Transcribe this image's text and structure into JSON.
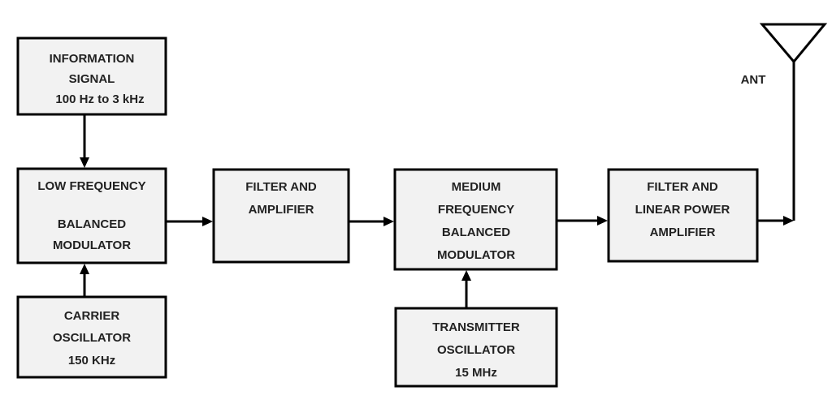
{
  "blocks": {
    "information_signal": [
      "INFORMATION",
      "SIGNAL",
      "100 Hz to 3 kHz"
    ],
    "low_freq_modulator": [
      "LOW FREQUENCY",
      "BALANCED",
      "MODULATOR"
    ],
    "carrier_oscillator": [
      "CARRIER",
      "OSCILLATOR",
      "150 KHz"
    ],
    "filter_amplifier": [
      "FILTER AND",
      "AMPLIFIER"
    ],
    "medium_freq_modulator": [
      "MEDIUM",
      "FREQUENCY",
      "BALANCED",
      "MODULATOR"
    ],
    "transmitter_oscillator": [
      "TRANSMITTER",
      "OSCILLATOR",
      "15 MHz"
    ],
    "filter_linear_power_amp": [
      "FILTER AND",
      "LINEAR POWER",
      "AMPLIFIER"
    ]
  },
  "antenna_label": "ANT"
}
